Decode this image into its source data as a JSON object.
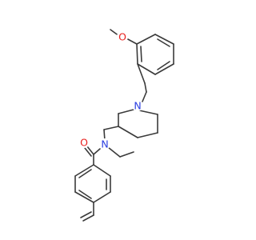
{
  "molecule": {
    "atoms": {
      "oxygen_methoxy": "O",
      "nitrogen_ring": "N",
      "nitrogen_amide": "N",
      "oxygen_carbonyl": "O"
    },
    "colors": {
      "bond": "#3a3a3a",
      "oxygen": "#e8201e",
      "nitrogen": "#2a3ee0",
      "background": "#ffffff"
    }
  }
}
